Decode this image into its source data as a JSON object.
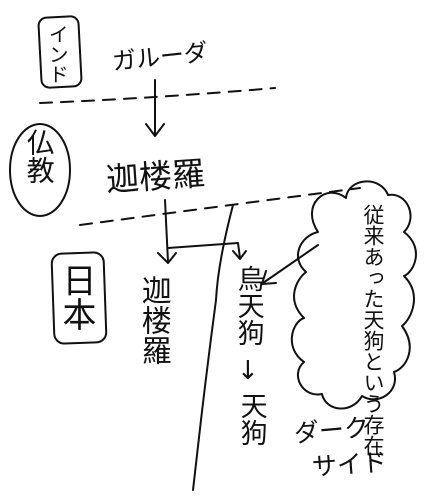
{
  "labels": {
    "india": "インド",
    "garuda": "ガルーダ",
    "buddhism": "仏教",
    "karura_buddhism": "迦楼羅",
    "japan": "日本",
    "karura_japan": "迦楼羅",
    "karasu_tengu": "烏天狗",
    "arrow_down": "↓",
    "tengu": "天狗",
    "dark_side": "ダーク",
    "dark_side_2": "サイド",
    "cloud_note": "従来あった天狗という存在"
  }
}
